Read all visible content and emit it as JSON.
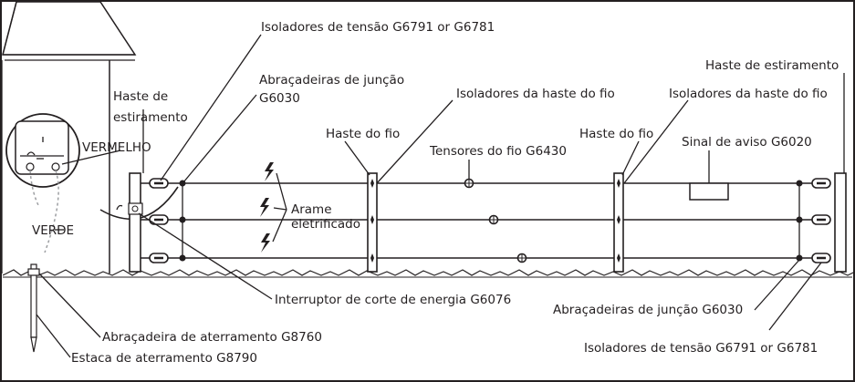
{
  "labels": {
    "tension_insulators_top": "Isoladores de tensão G6791 or G6781",
    "joint_clamps_top_line1": "Abraçadeiras de junção",
    "joint_clamps_top_line2": "G6030",
    "strain_post_left_line1": "Haste de",
    "strain_post_left_line2": "estiramento",
    "wire_post_left": "Haste do fio",
    "wire_post_right": "Haste do fio",
    "wire_post_insulators_left": "Isoladores da haste do fio",
    "wire_post_insulators_right": "Isoladores da haste do fio",
    "strain_post_right": "Haste de estiramento",
    "wire_tensioners": "Tensores do fio G6430",
    "warning_sign": "Sinal de aviso G6020",
    "red_wire": "VERMELHO",
    "green_wire": "VERDE",
    "electric_wire_line1": "Arame",
    "electric_wire_line2": "eletrificado",
    "cutoff_switch": "Interruptor de corte de energia G6076",
    "joint_clamps_bottom": "Abraçadeiras de junção G6030",
    "ground_clamp": "Abraçadeira de aterramento G8760",
    "ground_stake": "Estaca de aterramento G8790",
    "tension_insulators_bottom": "Isoladores de tensão G6791 or G6781"
  },
  "colors": {
    "ink": "#231f20",
    "background": "#ffffff",
    "dashed_ground_wire": "#9d9fa2"
  }
}
